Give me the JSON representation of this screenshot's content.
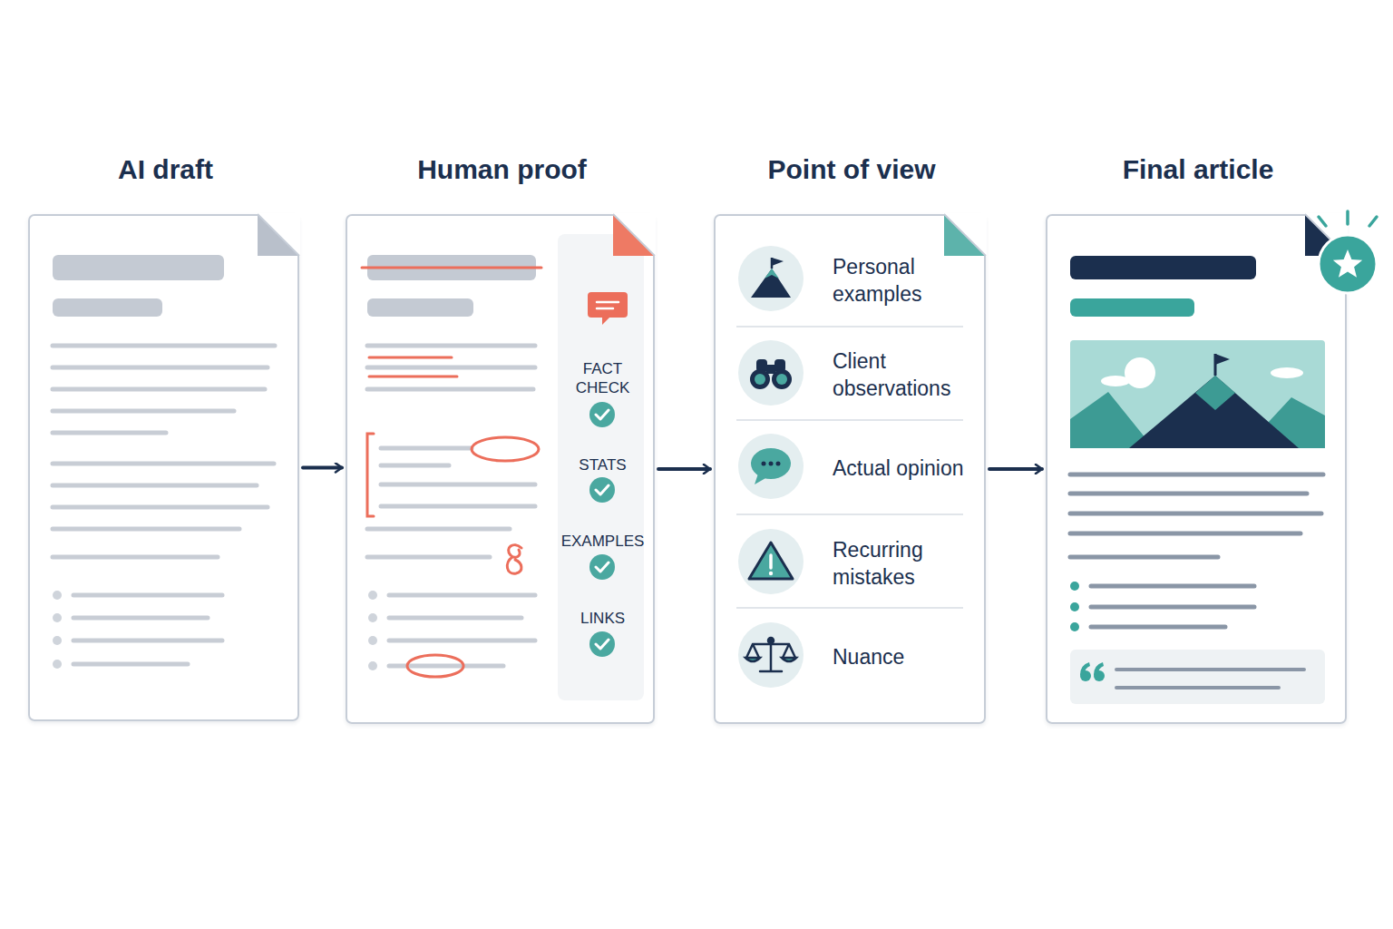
{
  "diagram": {
    "nodes": [
      {
        "text": [
          "AI draft"
        ]
      },
      {
        "text": [
          "Human proof"
        ]
      },
      {
        "text": [
          "FACT CHECK",
          "STATS",
          "EXAMPLES",
          "LINKS"
        ],
        "in": 1
      },
      {
        "text": [
          "Point of view",
          "Personal examples",
          "Client observations",
          "Actual opinion",
          "Recurring mistakes",
          "Nuance"
        ]
      },
      {
        "text": [
          "Final article"
        ]
      }
    ],
    "edges": [
      {
        "from": 0,
        "to": 1,
        "arrow": "to"
      },
      {
        "from": 1,
        "to": 3,
        "arrow": "to"
      },
      {
        "from": 3,
        "to": 4,
        "arrow": "to"
      }
    ]
  }
}
